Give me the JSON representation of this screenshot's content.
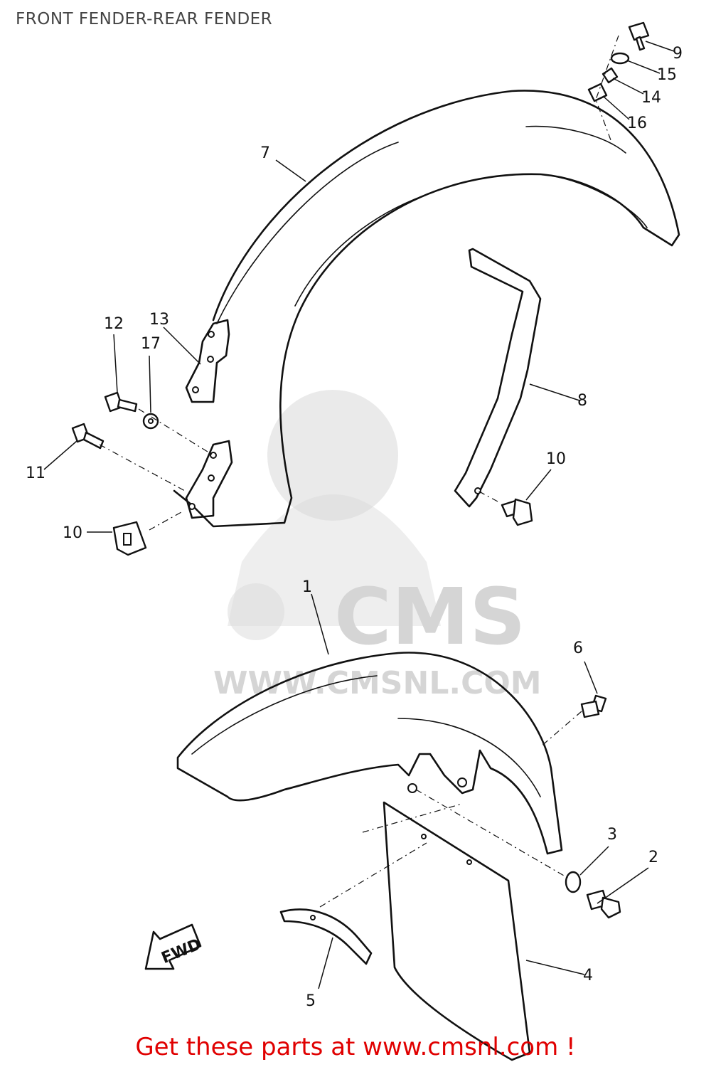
{
  "title": "FRONT FENDER-REAR FENDER",
  "footer": "Get these parts at www.cmsnl.com !",
  "watermark": {
    "brand": "CMS",
    "url": "WWW.CMSNL.COM"
  },
  "fwd_arrow": "FWD",
  "colors": {
    "footer_text": "#e00000",
    "title_text": "#444444",
    "line_art": "#111111",
    "watermark": "#d9d9d9"
  },
  "part_labels": [
    {
      "id": "p1",
      "text": "1"
    },
    {
      "id": "p2",
      "text": "2"
    },
    {
      "id": "p3",
      "text": "3"
    },
    {
      "id": "p4",
      "text": "4"
    },
    {
      "id": "p5",
      "text": "5"
    },
    {
      "id": "p6",
      "text": "6"
    },
    {
      "id": "p7",
      "text": "7"
    },
    {
      "id": "p8",
      "text": "8"
    },
    {
      "id": "p9",
      "text": "9"
    },
    {
      "id": "p10a",
      "text": "10"
    },
    {
      "id": "p10b",
      "text": "10"
    },
    {
      "id": "p11",
      "text": "11"
    },
    {
      "id": "p12",
      "text": "12"
    },
    {
      "id": "p13",
      "text": "13"
    },
    {
      "id": "p14",
      "text": "14"
    },
    {
      "id": "p15",
      "text": "15"
    },
    {
      "id": "p16",
      "text": "16"
    },
    {
      "id": "p17",
      "text": "17"
    }
  ]
}
